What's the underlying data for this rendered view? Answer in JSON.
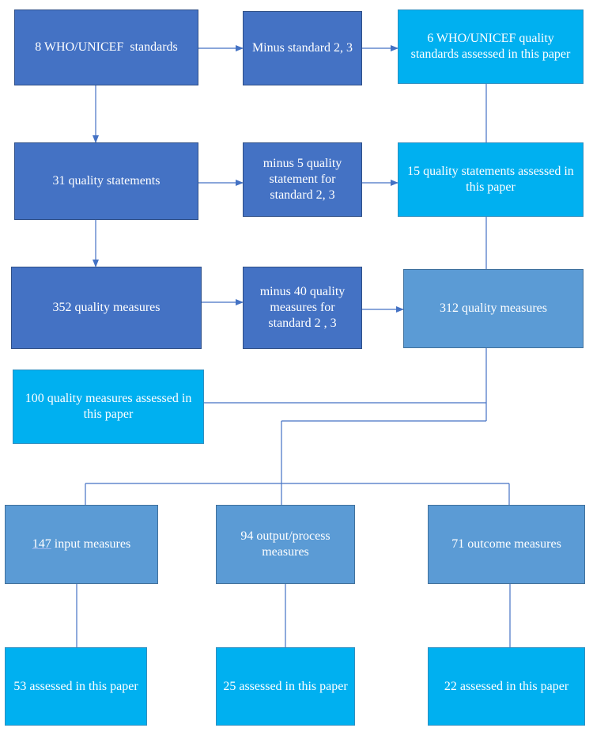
{
  "colors": {
    "dark_box": "#4472c4",
    "mid_box": "#5b9bd5",
    "light_box": "#00b0f0",
    "connector": "#4472c4"
  },
  "nodes": {
    "who_unicef_standards": "8 WHO/UNICEF  standards",
    "minus_standard": "Minus standard 2, 3",
    "assessed_standards": "6 WHO/UNICEF quality standards assessed in this paper",
    "quality_statements": "31 quality statements",
    "minus_statements": "minus 5 quality statement for standard 2, 3",
    "assessed_statements": "15 quality statements assessed in this paper",
    "quality_measures": "352 quality measures",
    "minus_measures": "minus 40 quality measures for standard 2 , 3",
    "remaining_measures": "312 quality measures",
    "assessed_measures": "100 quality measures assessed in this paper",
    "input_measures_count": "147",
    "input_measures_label": " input measures",
    "output_measures": "94 output/process measures",
    "outcome_measures": "71 outcome measures",
    "input_assessed": "53 assessed in this paper",
    "output_assessed": "25 assessed in this paper",
    "outcome_assessed": "22 assessed in this paper"
  }
}
